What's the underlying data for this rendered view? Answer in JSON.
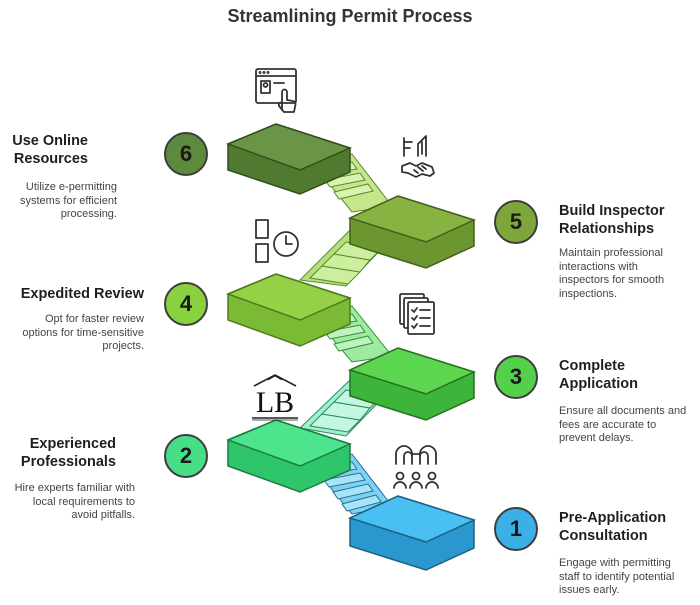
{
  "title": "Streamlining Permit Process",
  "steps": [
    {
      "number": "1",
      "title": [
        "Pre-Application",
        "Consultation"
      ],
      "desc": [
        "Engage with permitting",
        "staff to identify potential",
        "issues early."
      ],
      "color": "#3bb0e6",
      "icon": "team-icon"
    },
    {
      "number": "2",
      "title": [
        "Experienced",
        "Professionals"
      ],
      "desc": [
        "Hire experts familiar with",
        "local requirements to",
        "avoid pitfalls."
      ],
      "color": "#46df86",
      "icon": "logo-seal-icon",
      "logo_text": "LB"
    },
    {
      "number": "3",
      "title": [
        "Complete",
        "Application"
      ],
      "desc": [
        "Ensure all documents and",
        "fees are accurate to",
        "prevent delays."
      ],
      "color": "#54d14a",
      "icon": "documents-checklist-icon"
    },
    {
      "number": "4",
      "title": [
        "Expedited Review"
      ],
      "desc": [
        "Opt for faster review",
        "options for time-sensitive",
        "projects."
      ],
      "color": "#8ad13f",
      "icon": "document-clock-icon"
    },
    {
      "number": "5",
      "title": [
        "Build Inspector",
        "Relationships"
      ],
      "desc": [
        "Maintain professional",
        "interactions with",
        "inspectors for smooth",
        "inspections."
      ],
      "color": "#7fa63a",
      "icon": "handshake-icon"
    },
    {
      "number": "6",
      "title": [
        "Use Online",
        "Resources"
      ],
      "desc": [
        "Utilize e-permitting",
        "systems for efficient",
        "processing."
      ],
      "color": "#5d8a3c",
      "icon": "online-form-icon"
    }
  ]
}
